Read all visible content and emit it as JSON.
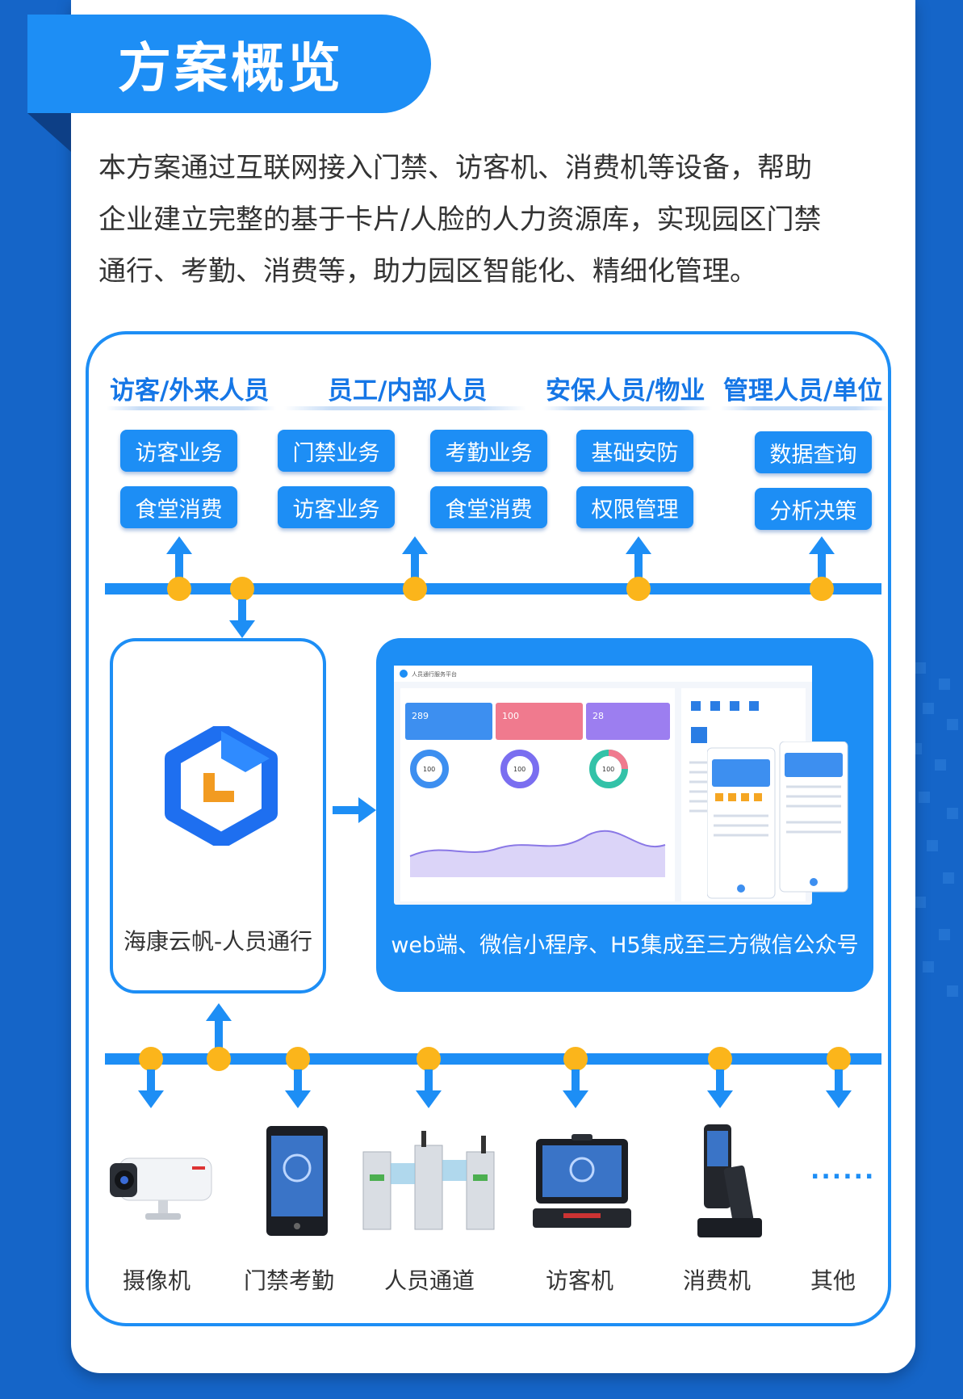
{
  "header": {
    "title": "方案概览"
  },
  "intro": {
    "lines": [
      "本方案通过互联网接入门禁、访客机、消费机等设备，帮助",
      "企业建立完整的基于卡片/人脸的人力资源库，实现园区门禁",
      "通行、考勤、消费等，助力园区智能化、精细化管理。"
    ]
  },
  "categories": [
    {
      "label": "访客/外来人员",
      "tags": [
        "访客业务",
        "食堂消费"
      ]
    },
    {
      "label": "员工/内部人员",
      "tags": [
        "门禁业务",
        "访客业务",
        "考勤业务",
        "食堂消费"
      ]
    },
    {
      "label": "安保人员/物业",
      "tags": [
        "基础安防",
        "权限管理"
      ]
    },
    {
      "label": "管理人员/单位",
      "tags": [
        "数据查询",
        "分析决策"
      ]
    }
  ],
  "platform": {
    "label": "海康云帆-人员通行"
  },
  "screens": {
    "label": "web端、微信小程序、H5集成至三方微信公众号"
  },
  "dashboard": {
    "app_title": "人员通行服务平台",
    "stats": [
      "289",
      "100",
      "28"
    ],
    "donuts": [
      "100",
      "100",
      "100"
    ]
  },
  "devices": [
    {
      "label": "摄像机",
      "icon": "camera-icon"
    },
    {
      "label": "门禁考勤",
      "icon": "access-terminal-icon"
    },
    {
      "label": "人员通道",
      "icon": "turnstile-icon"
    },
    {
      "label": "访客机",
      "icon": "visitor-machine-icon"
    },
    {
      "label": "消费机",
      "icon": "consumption-machine-icon"
    },
    {
      "label": "其他",
      "icon": "more-icon"
    }
  ],
  "devices_more": "......",
  "colors": {
    "primary": "#1d8ef5",
    "accent": "#fbb51b",
    "background": "#1565c8"
  }
}
